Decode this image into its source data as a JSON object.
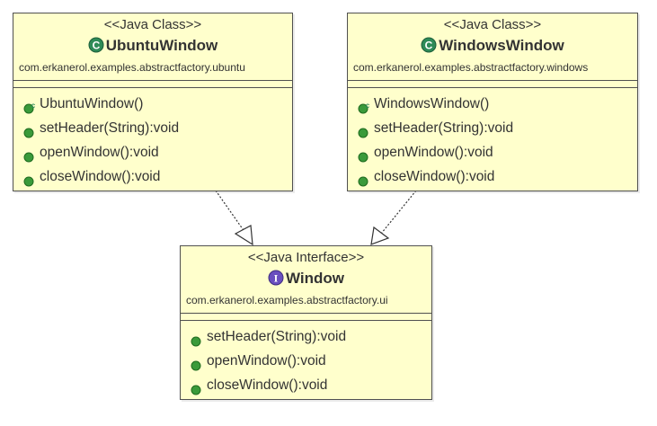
{
  "classes": [
    {
      "stereotype": "<<Java Class>>",
      "name": "UbuntuWindow",
      "icon": "class-icon",
      "package": "com.erkanerol.examples.abstractfactory.ubuntu",
      "methods": [
        {
          "label": "UbuntuWindow()",
          "icon": "constructor-icon"
        },
        {
          "label": "setHeader(String):void",
          "icon": "public-method-icon"
        },
        {
          "label": "openWindow():void",
          "icon": "public-method-icon"
        },
        {
          "label": "closeWindow():void",
          "icon": "public-method-icon"
        }
      ]
    },
    {
      "stereotype": "<<Java Class>>",
      "name": "WindowsWindow",
      "icon": "class-icon",
      "package": "com.erkanerol.examples.abstractfactory.windows",
      "methods": [
        {
          "label": "WindowsWindow()",
          "icon": "constructor-icon"
        },
        {
          "label": "setHeader(String):void",
          "icon": "public-method-icon"
        },
        {
          "label": "openWindow():void",
          "icon": "public-method-icon"
        },
        {
          "label": "closeWindow():void",
          "icon": "public-method-icon"
        }
      ]
    }
  ],
  "interface": {
    "stereotype": "<<Java Interface>>",
    "name": "Window",
    "icon": "interface-icon",
    "package": "com.erkanerol.examples.abstractfactory.ui",
    "methods": [
      {
        "label": "setHeader(String):void",
        "icon": "public-method-icon"
      },
      {
        "label": "openWindow():void",
        "icon": "public-method-icon"
      },
      {
        "label": "closeWindow():void",
        "icon": "public-method-icon"
      }
    ]
  },
  "relations": [
    {
      "from": "UbuntuWindow",
      "to": "Window",
      "type": "realization"
    },
    {
      "from": "WindowsWindow",
      "to": "Window",
      "type": "realization"
    }
  ],
  "colors": {
    "box_fill": "#ffffcc",
    "box_border": "#505050",
    "class_icon": "#2e8b57",
    "interface_icon": "#6a4fbf",
    "method_icon": "#3a9a3a"
  }
}
